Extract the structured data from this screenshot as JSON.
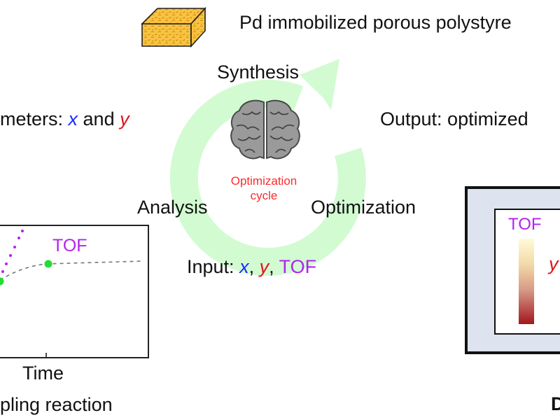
{
  "material": {
    "label": "Pd immobilized porous polystyre"
  },
  "cycle": {
    "synthesis": "Synthesis",
    "analysis": "Analysis",
    "optimization": "Optimization",
    "center_line1": "Optimization",
    "center_line2": "cycle"
  },
  "parameters": {
    "prefix": "meters: ",
    "x": "x",
    "and": " and ",
    "y": "y"
  },
  "output": {
    "label": "Output: optimized"
  },
  "input": {
    "prefix": "Input: ",
    "x": "x",
    "sep1": ", ",
    "y": "y",
    "sep2": ", ",
    "tof": "TOF"
  },
  "reaction_plot": {
    "tof_label": "TOF",
    "xaxis_label": "Time",
    "caption": "pling reaction"
  },
  "map_panel": {
    "tof_label": "TOF",
    "y_label": "y"
  },
  "partial_bottom_right": "D",
  "colors": {
    "cycle_arrow": "#d2fbd2",
    "x_variable": "#1a2bff",
    "y_variable": "#e1141b",
    "tof": "#b322f0",
    "center_label": "#ff2a2a",
    "green_point": "#22dd33",
    "panel_fill": "#dde3ef"
  }
}
